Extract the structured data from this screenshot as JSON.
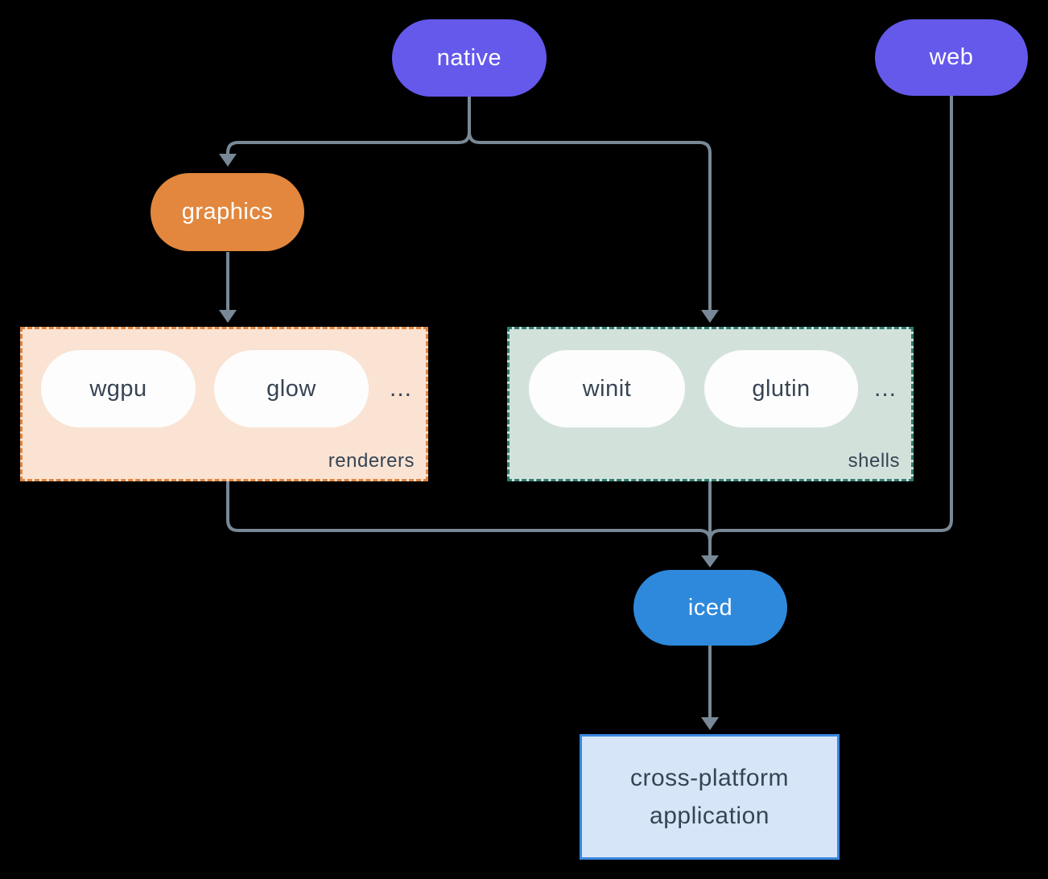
{
  "colors": {
    "background": "#000000",
    "connector": "#788896",
    "native_bg": "#6459eb",
    "web_bg": "#6459eb",
    "graphics_bg": "#e2873d",
    "iced_bg": "#2e89dc",
    "light_text": "#ffffff",
    "dark_text": "#364454",
    "renderers_bg": "#fae3d3",
    "renderers_border": "#e0843f",
    "shells_bg": "#d3e1db",
    "shells_border": "#2e7d6e",
    "app_bg": "#d6e6f8",
    "app_border": "#3a87e0"
  },
  "nodes": {
    "native": {
      "label": "native"
    },
    "web": {
      "label": "web"
    },
    "graphics": {
      "label": "graphics"
    },
    "iced": {
      "label": "iced"
    }
  },
  "groups": {
    "renderers": {
      "label": "renderers",
      "ellipsis": "...",
      "pills": [
        {
          "label": "wgpu"
        },
        {
          "label": "glow"
        }
      ]
    },
    "shells": {
      "label": "shells",
      "ellipsis": "...",
      "pills": [
        {
          "label": "winit"
        },
        {
          "label": "glutin"
        }
      ]
    }
  },
  "app_box": {
    "label": "cross-platform application"
  }
}
